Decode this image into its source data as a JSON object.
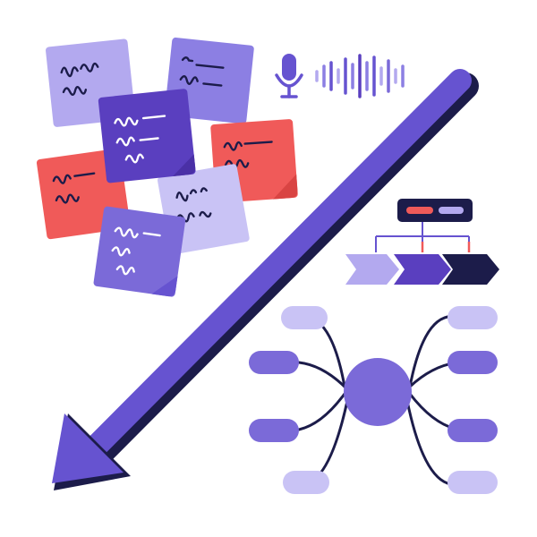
{
  "illustration": {
    "palette": {
      "lavender": "#b3a9ef",
      "purple": "#6653d0",
      "deep_purple": "#5a3fbf",
      "coral": "#f05a59",
      "navy": "#1c1c4a",
      "soft_lavender": "#c9c3f5",
      "mid_purple": "#7b6ad8",
      "background": "#ffffff"
    },
    "icons": [
      "sticky-note-icon",
      "microphone-icon",
      "sound-wave-icon",
      "arrow-icon",
      "flowchart-icon",
      "mind-map-icon"
    ],
    "sticky_notes_count": 7,
    "mind_map_branches": 8,
    "flow_steps": 3
  }
}
